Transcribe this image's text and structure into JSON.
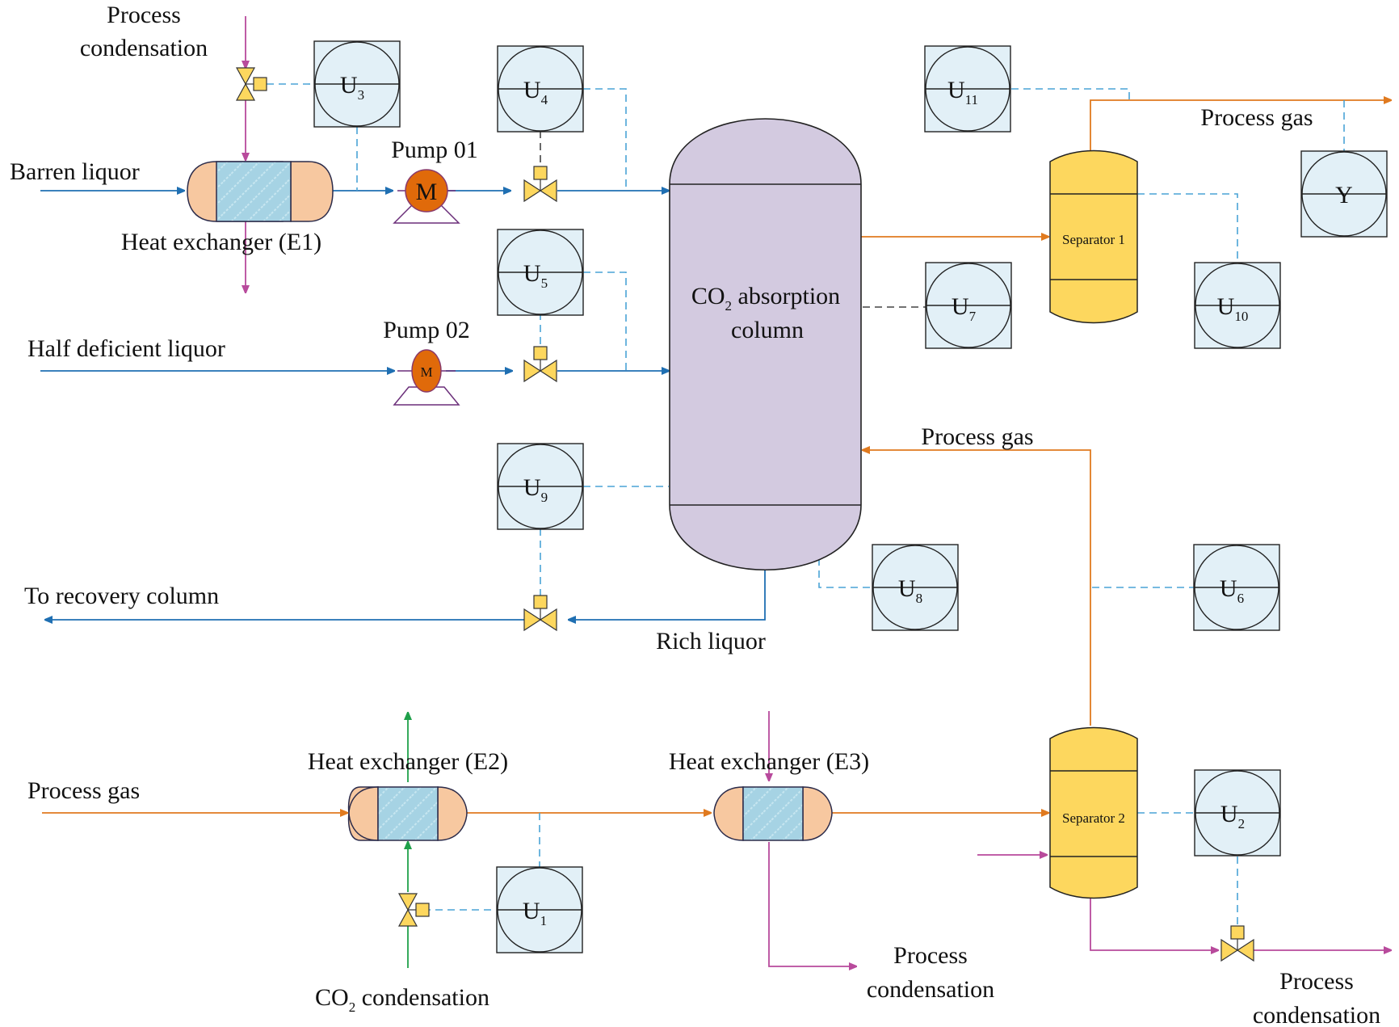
{
  "colors": {
    "liquor": "#1f6fb2",
    "gas": "#e07a1f",
    "condensate": "#b84a9c",
    "co2": "#1fa04a",
    "signal": "#4aa3d6",
    "column_fill": "#d3cae0",
    "separator_fill": "#fdd75e",
    "exchanger_end": "#f7c8a0",
    "exchanger_core": "#a6d3e4",
    "instrument_fill": "#e2f0f7",
    "pump_fill": "#e06a0a",
    "valve_fill": "#fdd75e"
  },
  "labels": {
    "process_condensation_top": [
      "Process",
      "condensation"
    ],
    "barren_liquor": "Barren liquor",
    "heat_exchanger_e1": "Heat exchanger (E1)",
    "pump_01": "Pump 01",
    "pump_02": "Pump 02",
    "half_deficient_liquor": "Half deficient liquor",
    "to_recovery_column": "To recovery column",
    "rich_liquor": "Rich liquor",
    "column_line1_main": "CO",
    "column_line1_sub": "2",
    "column_line1_rest": " absorption",
    "column_line2": "column",
    "process_gas_top": "Process gas",
    "process_gas_mid": "Process gas",
    "process_gas_bottom": "Process gas",
    "separator_1": "Separator 1",
    "separator_2": "Separator 2",
    "heat_exchanger_e2": "Heat exchanger (E2)",
    "heat_exchanger_e3": "Heat exchanger (E3)",
    "co2_condensation_main": "CO",
    "co2_condensation_sub": "2",
    "co2_condensation_rest": " condensation",
    "process_condensation_e3": [
      "Process",
      "condensation"
    ],
    "process_condensation_sep2": [
      "Process",
      "condensation"
    ]
  },
  "pumps": [
    {
      "id": "pump-01",
      "letter": "M"
    },
    {
      "id": "pump-02",
      "letter": "M"
    }
  ],
  "instruments": [
    {
      "id": "U3",
      "main": "U",
      "sub": "3"
    },
    {
      "id": "U4",
      "main": "U",
      "sub": "4"
    },
    {
      "id": "U5",
      "main": "U",
      "sub": "5"
    },
    {
      "id": "U9",
      "main": "U",
      "sub": "9"
    },
    {
      "id": "U11",
      "main": "U",
      "sub": "11"
    },
    {
      "id": "U7",
      "main": "U",
      "sub": "7"
    },
    {
      "id": "U10",
      "main": "U",
      "sub": "10"
    },
    {
      "id": "Y",
      "main": "Y",
      "sub": ""
    },
    {
      "id": "U8",
      "main": "U",
      "sub": "8"
    },
    {
      "id": "U6",
      "main": "U",
      "sub": "6"
    },
    {
      "id": "U1",
      "main": "U",
      "sub": "1"
    },
    {
      "id": "U2",
      "main": "U",
      "sub": "2"
    }
  ]
}
